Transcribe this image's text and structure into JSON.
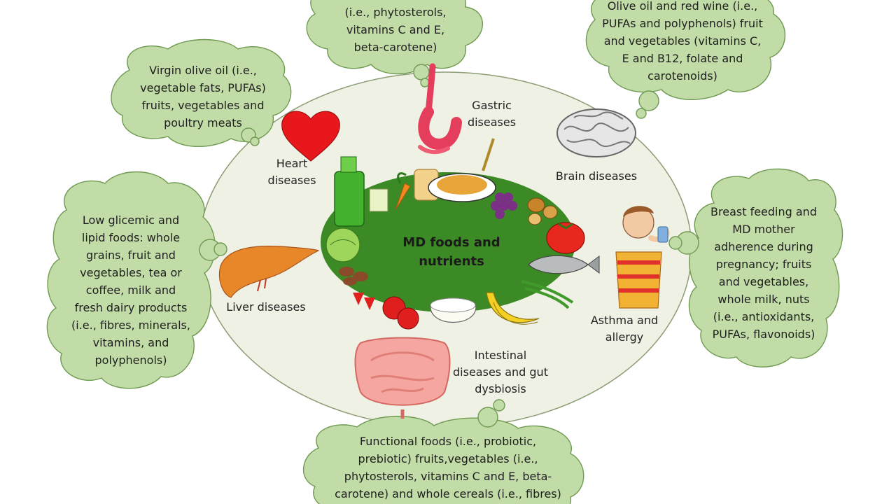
{
  "center": {
    "title_lines": [
      "MD foods and",
      "nutrients"
    ]
  },
  "diseases": {
    "heart": [
      "Heart",
      "diseases"
    ],
    "gastric": [
      "Gastric",
      "diseases"
    ],
    "brain": [
      "Brain diseases"
    ],
    "liver": [
      "Liver diseases"
    ],
    "asthma": [
      "Asthma and",
      "allergy"
    ],
    "intestinal": [
      "Intestinal",
      "diseases and gut",
      "dysbiosis"
    ]
  },
  "clouds": {
    "top_center": [
      "(i.e., phytosterols,",
      "vitamins C and E,",
      "beta-carotene)"
    ],
    "top_right": [
      "Olive oil and red wine (i.e.,",
      "PUFAs and polyphenols) fruit",
      "and vegetables  (vitamins C,",
      "E and B12, folate and",
      "carotenoids)"
    ],
    "top_left": [
      "Virgin olive oil (i.e.,",
      "vegetable fats, PUFAs)",
      "fruits, vegetables and",
      "poultry meats"
    ],
    "left": [
      "Low glicemic and",
      "lipid foods: whole",
      "grains, fruit and",
      "vegetables, tea or",
      "coffee, milk and",
      "fresh dairy products",
      "(i.e., fibres, minerals,",
      "vitamins, and",
      "polyphenols)"
    ],
    "right": [
      "Breast feeding  and",
      "MD mother",
      "adherence during",
      "pregnancy; fruits",
      "and vegetables,",
      "whole milk, nuts",
      "(i.e., antioxidants,",
      "PUFAs, flavonoids)"
    ],
    "bottom": [
      "Functional foods (i.e., probiotic,",
      "prebiotic) fruits,vegetables (i.e.,",
      "phytosterols,  vitamins C and E, beta-",
      "carotene) and whole cereals (i.e., fibres)"
    ]
  },
  "colors": {
    "cloud_fill": "#c2dca8",
    "cloud_stroke": "#6f9a52",
    "ellipse_fill": "#eef1e3",
    "inner_fill": "#3c8a26",
    "heart": "#e8171c",
    "liver": "#e8862a",
    "intestine": "#f6a6a0"
  }
}
